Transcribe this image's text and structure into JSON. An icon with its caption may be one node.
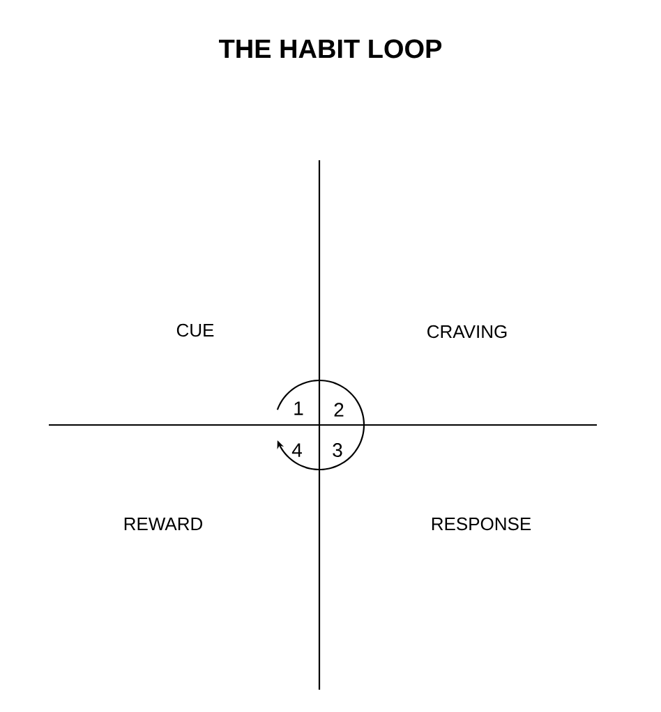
{
  "diagram": {
    "title": "THE HABIT LOOP",
    "nodes": [
      {
        "text": [
          "1",
          "2",
          "3",
          "4"
        ]
      }
    ],
    "labels": [
      "CUE",
      "CRAVING",
      "REWARD",
      "RESPONSE"
    ]
  }
}
